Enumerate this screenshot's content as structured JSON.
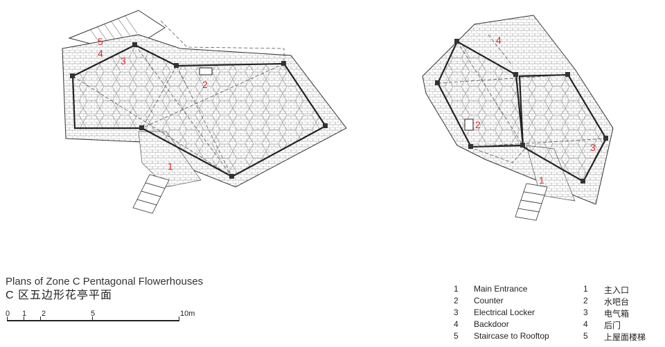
{
  "caption": {
    "title_en": "Plans of Zone C Pentagonal Flowerhouses",
    "title_cn": "C 区五边形花亭平面"
  },
  "scale_bar": {
    "ticks": [
      "0",
      "1",
      "2",
      "5",
      "10m"
    ]
  },
  "plan_markers": [
    "1",
    "2",
    "3",
    "4",
    "5"
  ],
  "legend": [
    {
      "num": "1",
      "en": "Main Entrance",
      "num_cn": "1",
      "cn": "主入口"
    },
    {
      "num": "2",
      "en": "Counter",
      "num_cn": "2",
      "cn": "水吧台"
    },
    {
      "num": "3",
      "en": "Electrical Locker",
      "num_cn": "3",
      "cn": "电气箱"
    },
    {
      "num": "4",
      "en": "Backdoor",
      "num_cn": "4",
      "cn": "后门"
    },
    {
      "num": "5",
      "en": "Staircase to Rooftop",
      "num_cn": "5",
      "cn": "上屋面楼梯"
    }
  ],
  "colors": {
    "linework": "#222222",
    "marker": "#d9262c",
    "hatch": "#888888"
  }
}
